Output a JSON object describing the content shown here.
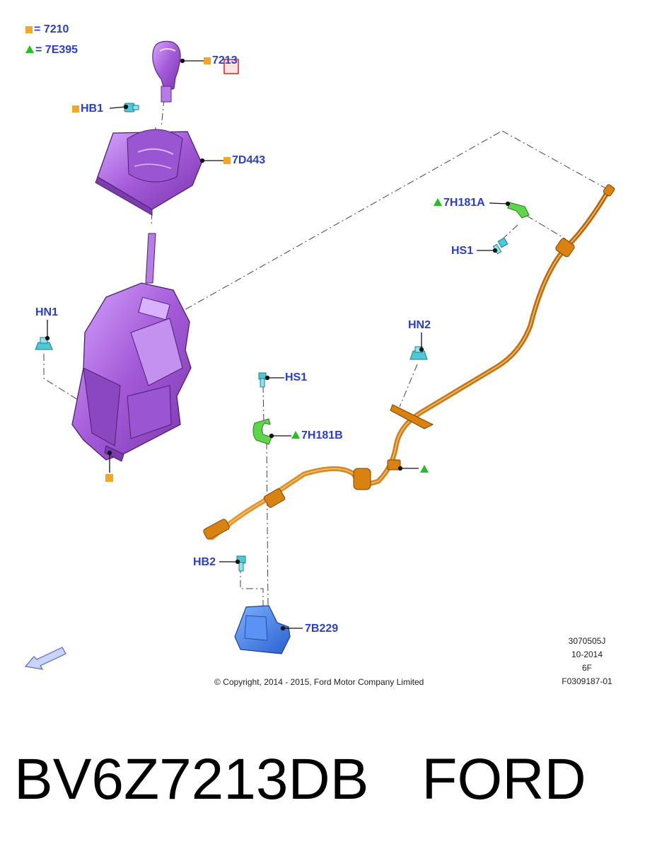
{
  "legend": [
    {
      "symbol": "square",
      "text": "= 7210"
    },
    {
      "symbol": "triangle",
      "text": "= 7E395"
    }
  ],
  "colors": {
    "label_blue": "#2b3fc4",
    "legend_square": "#f5a623",
    "legend_triangle": "#1fc21f",
    "shifter_purple": "#b070e0",
    "cable_orange": "#d9820f",
    "clip_green": "#5ed64a",
    "fastener_teal": "#4cc8d6",
    "bracket_blue": "#3a78e8"
  },
  "callouts": {
    "knob": "7213",
    "bolt_hb1": "HB1",
    "boot": "7D443",
    "clip_7h181a": "7H181A",
    "screw_hs1_right": "HS1",
    "nut_hn1": "HN1",
    "nut_hn2": "HN2",
    "screw_hs1_center": "HS1",
    "clip_7h181b": "7H181B",
    "bolt_hb2": "HB2",
    "bracket": "7B229"
  },
  "icons": {
    "view_arrow": "direction-arrow-icon",
    "square_marker": "orange-square-icon",
    "triangle_marker": "green-triangle-icon"
  },
  "footer": {
    "copyright": "© Copyright, 2014 - 2015, Ford Motor Company Limited",
    "meta": [
      "3070505J",
      "10-2014",
      "6F",
      "F0309187-01"
    ]
  },
  "caption": {
    "part_number": "BV6Z7213DB",
    "brand": "FORD"
  }
}
